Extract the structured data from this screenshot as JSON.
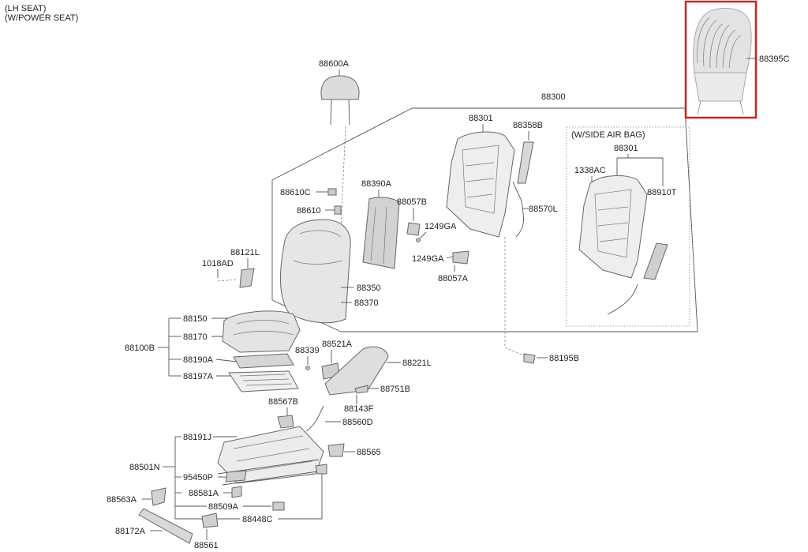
{
  "header": {
    "line1": "(LH SEAT)",
    "line2": "(W/POWER SEAT)"
  },
  "highlight_color": "#d42020",
  "side_airbag_label": "(W/SIDE AIR BAG)",
  "parts": {
    "p88395C": "88395C",
    "p88600A": "88600A",
    "p88300": "88300",
    "p88301": "88301",
    "p88358B": "88358B",
    "p88301b": "88301",
    "p1338AC": "1338AC",
    "p88910T": "88910T",
    "p88610C": "88610C",
    "p88610": "88610",
    "p88390A": "88390A",
    "p88057B": "88057B",
    "p88570L": "88570L",
    "p1249GA_a": "1249GA",
    "p1249GA_b": "1249GA",
    "p88057A": "88057A",
    "p88121L": "88121L",
    "p1018AD": "1018AD",
    "p88350": "88350",
    "p88370": "88370",
    "p88150": "88150",
    "p88170": "88170",
    "p88100B": "88100B",
    "p88190A": "88190A",
    "p88197A": "88197A",
    "p88339": "88339",
    "p88521A": "88521A",
    "p88221L": "88221L",
    "p88195B": "88195B",
    "p88751B": "88751B",
    "p88143F": "88143F",
    "p88567B": "88567B",
    "p88560D": "88560D",
    "p88191J": "88191J",
    "p88565": "88565",
    "p88501N": "88501N",
    "p95450P": "95450P",
    "p88581A": "88581A",
    "p88563A": "88563A",
    "p88509A": "88509A",
    "p88448C": "88448C",
    "p88172A": "88172A",
    "p88561": "88561"
  }
}
